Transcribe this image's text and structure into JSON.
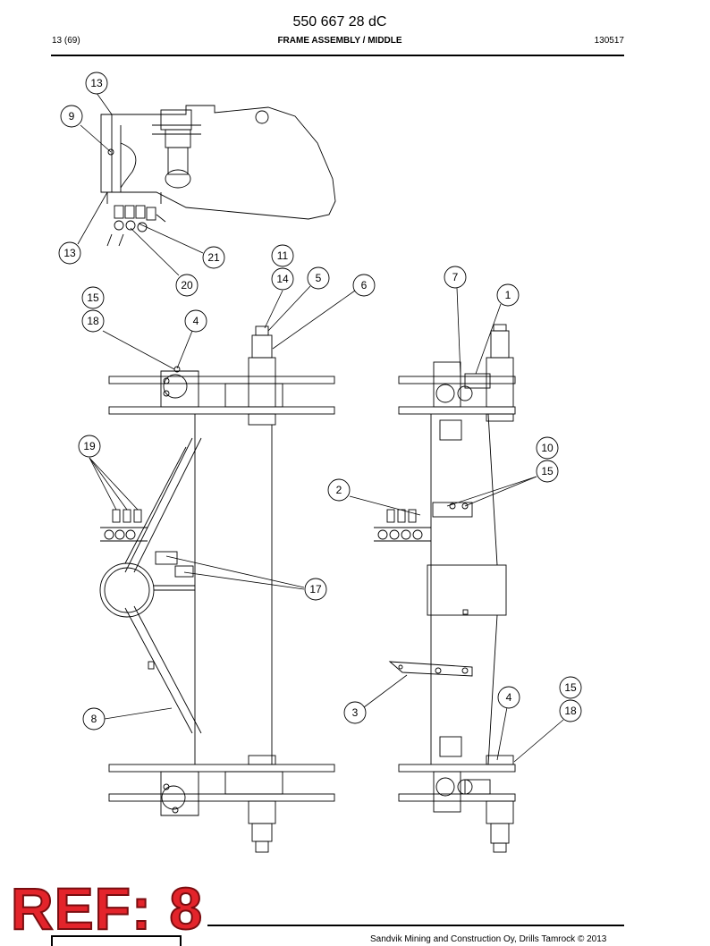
{
  "header": {
    "doc_number": "550 667 28 dC",
    "page": "13 (69)",
    "title": "FRAME ASSEMBLY / MIDDLE",
    "date": "130517"
  },
  "callouts": {
    "c13a": "13",
    "c9": "9",
    "c13b": "13",
    "c21": "21",
    "c20": "20",
    "c11": "11",
    "c14": "14",
    "c5": "5",
    "c6": "6",
    "c7": "7",
    "c1": "1",
    "c15a": "15",
    "c18a": "18",
    "c4a": "4",
    "c19": "19",
    "c10": "10",
    "c15b": "15",
    "c2": "2",
    "c17": "17",
    "c3": "3",
    "c4b": "4",
    "c15c": "15",
    "c18b": "18",
    "c8": "8"
  },
  "stamp": {
    "text": "REF: 8",
    "color": "#e3242b"
  },
  "footer": {
    "text": "Sandvik Mining and Construction Oy, Drills Tamrock © 2013"
  }
}
